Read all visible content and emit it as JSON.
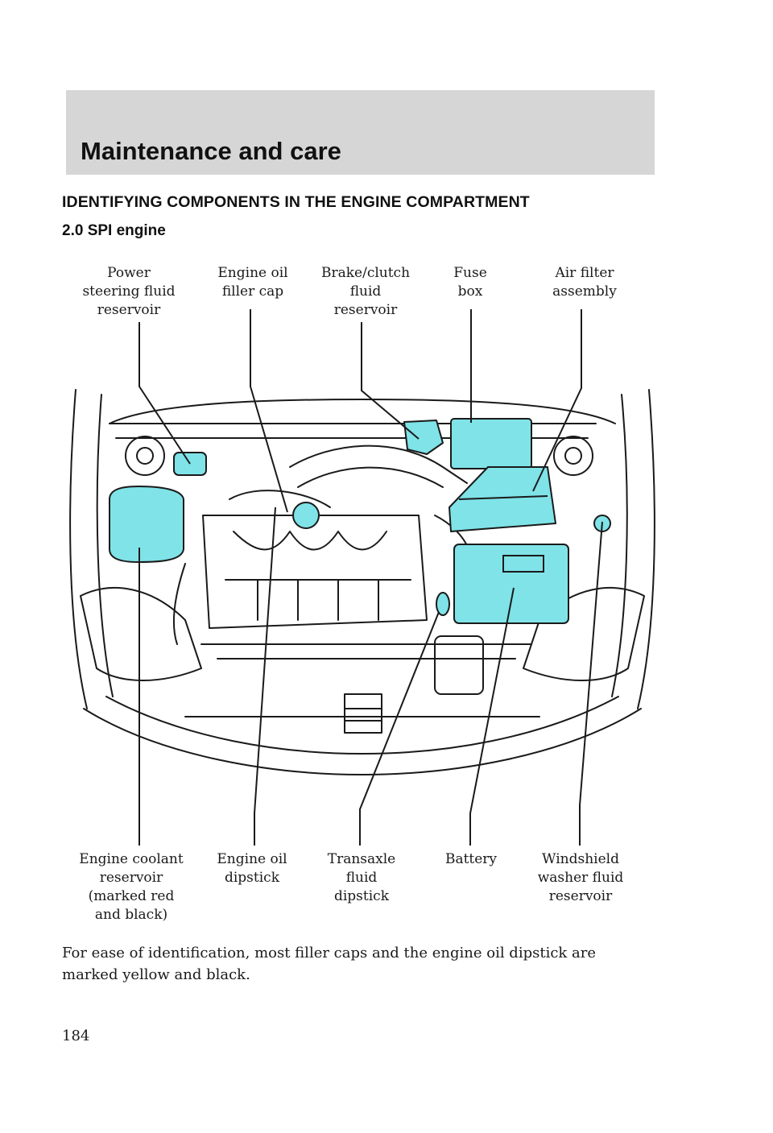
{
  "header": {
    "section_title": "Maintenance and care"
  },
  "heading": "IDENTIFYING COMPONENTS IN THE ENGINE COMPARTMENT",
  "subheading": "2.0 SPI engine",
  "diagram": {
    "highlight_color": "#7fe3e8",
    "outline_color": "#1a1a1a",
    "top_labels": [
      "Power\nsteering fluid\nreservoir",
      "Engine oil\nfiller cap",
      "Brake/clutch\nfluid\nreservoir",
      "Fuse\nbox",
      "Air filter\nassembly"
    ],
    "bottom_labels": [
      "Engine coolant\nreservoir\n(marked red\nand black)",
      "Engine oil\ndipstick",
      "Transaxle\nfluid\ndipstick",
      "Battery",
      "Windshield\nwasher fluid\nreservoir"
    ]
  },
  "caption": "For ease of identification, most filler caps and the engine oil dipstick are marked yellow and black.",
  "page_number": "184"
}
